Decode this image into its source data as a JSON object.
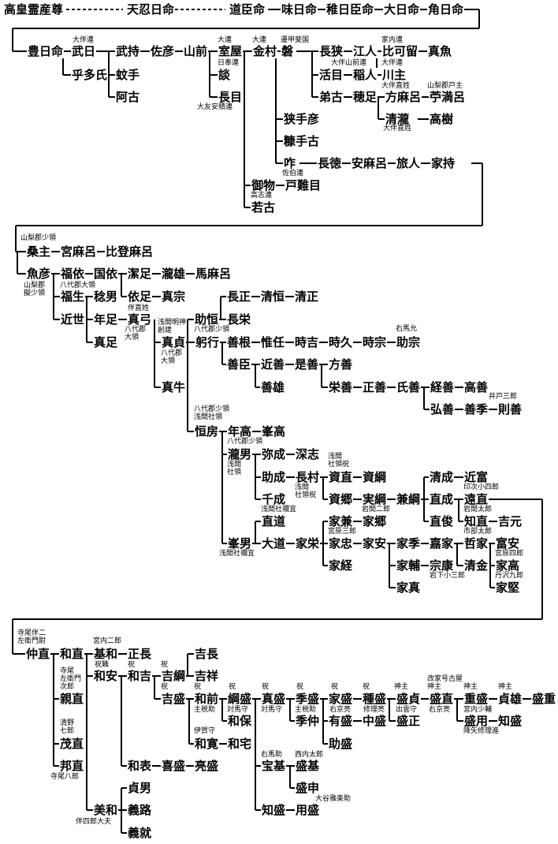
{
  "names": {
    "takami": "高皇霊産尊",
    "amaoshi": "天忍日命",
    "michi": "道臣命",
    "umashi": "味日命",
    "waka": "稚日臣命",
    "ohi": "大日命",
    "tsunohi": "角日命",
    "toyohi": "豊日命",
    "taketomo": "武日",
    "kotao": "乎多氏",
    "takemochi": "武持",
    "sahiko": "佐彦",
    "yamasaki": "山前",
    "saite": "蚊手",
    "ako": "阿古",
    "muroya": "室屋",
    "katari": "談",
    "nagame": "長目",
    "kanamura": "金村",
    "iwa": "磐",
    "sadehiko": "狭手彦",
    "nukatehiko": "糠手古",
    "kui": "咋",
    "mimoto": "御物",
    "tonamame": "戸難目",
    "wakago": "若古",
    "nagase": "長狭",
    "enohito": "江人",
    "hikaru": "比可留",
    "mana": "真魚",
    "katsume": "活目",
    "inahito": "稲人",
    "kawanushi": "川主",
    "otoko": "弟古",
    "hotari": "穂足",
    "hoomaro": "方麻呂",
    "chimaro": "苧満呂",
    "kiyotaki": "清瀧",
    "takaki": "高樹",
    "nagatoku": "長徳",
    "yasumaro": "安麻呂",
    "tabito": "旅人",
    "iemochi": "家持",
    "kuwanushi": "桑主",
    "miyamaro": "宮麻呂",
    "hitomaro": "比登麻呂",
    "uohiko": "魚彦",
    "fukuyori": "福依",
    "kuniyori": "国依",
    "kiyotari": "潔足",
    "takio": "瀧雄",
    "umamaro": "馬麻呂",
    "fukuo": "福生",
    "toshio": "稔男",
    "yoritari": "依足",
    "mamune": "真宗",
    "chikayo": "近世",
    "toshitari": "年足",
    "mayumi": "真弓",
    "matari": "真足",
    "sukeie": "助恒",
    "nagamasa": "長正",
    "kiyotsune": "清恒",
    "kiyomasa": "清正",
    "nagasakae": "長栄",
    "masada": "真貞",
    "tsuruyuki": "躬行",
    "yoshine": "善根",
    "koreto": "惟任",
    "tokiyoshi": "時吉",
    "tokihisa": "時久",
    "tokimune": "時宗",
    "sukemune": "助宗",
    "yoshiomi": "善臣",
    "chikayoshi": "近善",
    "koreyoshi": "是善",
    "masayoshi": "方善",
    "yoshio": "善雄",
    "eizen": "栄善",
    "seizen": "正善",
    "ujiyoshi": "氏善",
    "tsuneyoshi": "経善",
    "takayoshi": "高善",
    "hiroyoshi": "弘善",
    "zenki": "善季",
    "noriyoshi": "則善",
    "maushi": "真牛",
    "tsunefusa": "恒房",
    "toshitaka": "年高",
    "minetaka": "峯高",
    "takio2": "瀧男",
    "yanari": "弥成",
    "fukashi": "深志",
    "sukenari": "助成",
    "nagamura": "長村",
    "suketada": "資直",
    "suketsuna": "資綱",
    "chinari": "千成",
    "sukesato": "資郷",
    "sanetsuna": "実綱",
    "kanetsuna": "兼綱",
    "kiyonari": "清成",
    "chikatomi": "近富",
    "naonari": "直成",
    "tonao": "遠直",
    "naotoshi": "直俊",
    "tomonao": "知直",
    "yoshimoto": "吉元",
    "naomichi": "直道",
    "ieken": "家兼",
    "iesato": "家郷",
    "mineo": "峯男",
    "daido": "大道",
    "ieei": "家栄",
    "ietada": "家忠",
    "ieyasu": "家安",
    "iesue": "家季",
    "kaie": "嘉家",
    "tetsuie": "哲家",
    "tomiyasu": "富安",
    "iekei": "家経",
    "iesuke": "家輔",
    "muneyasu": "宗康",
    "kiyokane": "清金",
    "ietaka": "家高",
    "iezane": "家真",
    "ieken2": "家堅",
    "nakanao": "仲直",
    "kazunao": "和直",
    "motokazu": "基和",
    "masanaga": "正長",
    "chikanao": "親直",
    "kazuyasu": "和安",
    "kazuyoshi": "和吉",
    "yoshinaga": "吉長",
    "yoshitsuna": "吉綱",
    "yoshisachi": "吉祥",
    "yoshimori": "吉盛",
    "kazumae": "和前",
    "tsunamori": "綱盛",
    "masamori": "真盛",
    "suemori": "季盛",
    "iemori": "家盛",
    "tanemori": "種盛",
    "morisada": "盛貞",
    "morinao": "盛直",
    "shigemori": "重盛",
    "sadao": "貞雄",
    "morishige": "盛重",
    "kazuyasu2": "和保",
    "sueaki": "季仲",
    "arimori": "有盛",
    "nakamori": "中盛",
    "morimasa": "盛正",
    "moriyo": "盛用",
    "tomomori": "知盛",
    "shigenao": "茂直",
    "kazuhiro": "和寛",
    "kazuie": "和宅",
    "sukemori": "助盛",
    "kuninao": "邦直",
    "kazuomote": "和表",
    "kimori": "喜盛",
    "akimori": "亮盛",
    "homoto": "宝基",
    "morimoto": "盛基",
    "moriyoshi": "盛申",
    "sadao2": "貞男",
    "yoshiji": "義路",
    "yoshikazu": "美和",
    "yoshinari": "義就",
    "tomomori2": "知盛",
    "yomori": "用盛"
  },
  "notes": {
    "n1": "大伴連",
    "n2": "大連",
    "n3": "大連",
    "n4": "遷甲斐国",
    "n5": "家内連",
    "n6": "日奉連",
    "n7": "大伴山前連",
    "n8": "大伴連",
    "n9": "大友安積連",
    "n10": "大伴直姓",
    "n11": "山梨郡戸主",
    "n12": "大伴直姓",
    "n13": "佐伯連",
    "n14": "高志連",
    "n15": "山梨郡少領",
    "n16": "山梨郡",
    "n17": "擬少領",
    "n18": "八代郡大領",
    "n19": "伴直姓",
    "n20": "浅間明神",
    "n21": "創建",
    "n22": "八代郡",
    "n23": "大領",
    "n24": "八代郡少領",
    "n25": "右馬允",
    "n26": "八代郡",
    "n27": "大領",
    "n28": "井戸三郎",
    "n29": "八代郡少領",
    "n30": "浅間社領",
    "n31": "八代郡少領",
    "n32": "浅間",
    "n33": "社領",
    "n34": "浅間",
    "n35": "社領祝",
    "n36": "浅間",
    "n37": "社領祝",
    "n38": "印次小四郎",
    "n39": "浅間社禰宜",
    "n40": "岩間二郎",
    "n41": "岩間太郎",
    "n42": "市部太郎",
    "n43": "宮原三郎",
    "n44": "浅間社禰宜",
    "n45": "宮原四郎",
    "n46": "岩下小三郎",
    "n47": "丹沢九郎",
    "n48": "寺尾伴二",
    "n49": "左衛門尉",
    "n50": "宮内二郎",
    "n51": "祝職",
    "n52": "祝",
    "n53": "寺尾",
    "n54": "左衛門",
    "n55": "次郎",
    "n56": "祝",
    "n57": "祝",
    "n58": "祝",
    "n59": "祝",
    "n60": "祝",
    "n61": "祝",
    "n62": "神主",
    "n63": "改家号古屋",
    "n64": "神主",
    "n65": "神主",
    "n66": "神主",
    "n67": "主税助",
    "n68": "対馬守",
    "n69": "対馬守",
    "n70": "主税助",
    "n71": "右京亮",
    "n72": "修理亮",
    "n73": "出雲守",
    "n74": "右京亮",
    "n75": "宮内少輔",
    "n76": "清野",
    "n77": "七郎",
    "n78": "伊賀守",
    "n79": "降矢修理進",
    "n80": "寺尾八郎",
    "n81": "右馬助",
    "n82": "西内太郎",
    "n83": "大谷雅楽助",
    "n84": "伴四郎大夫"
  }
}
